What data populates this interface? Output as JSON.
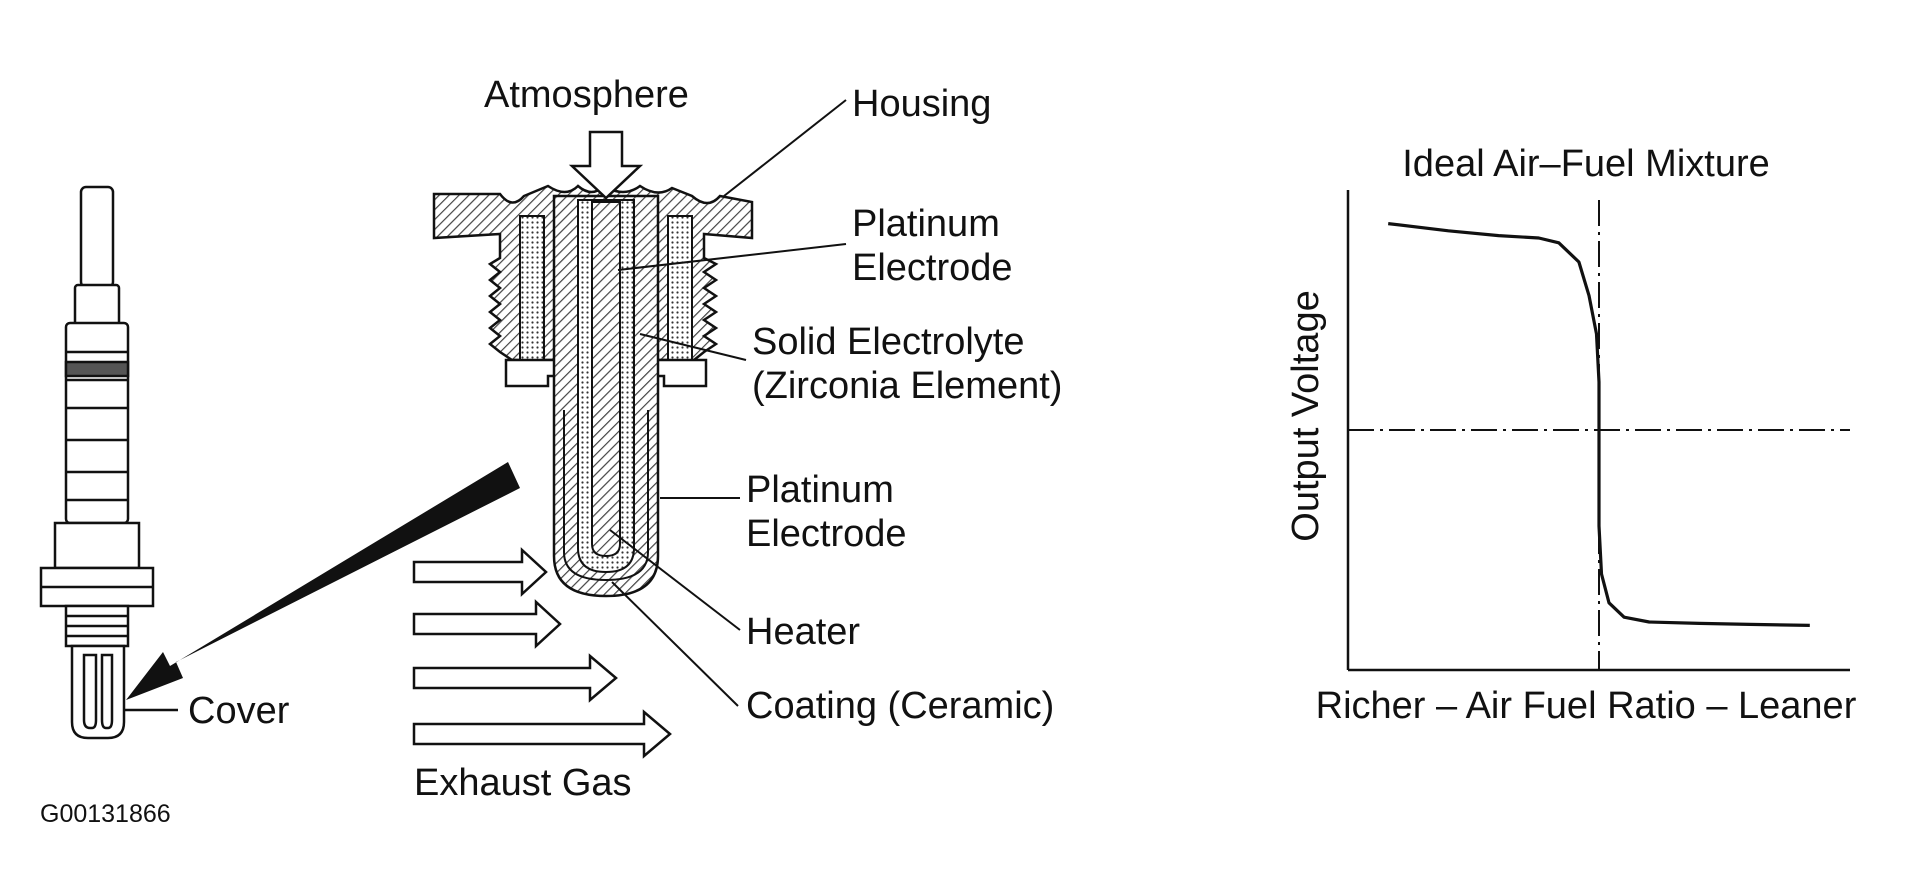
{
  "colors": {
    "ink": "#111111",
    "hatch": "#444444",
    "paper": "#ffffff"
  },
  "sensor_labels": {
    "atmosphere": "Atmosphere",
    "housing": "Housing",
    "platinum_electrode_top_1": "Platinum",
    "platinum_electrode_top_2": "Electrode",
    "solid_electrolyte_1": "Solid Electrolyte",
    "solid_electrolyte_2": "(Zirconia Element)",
    "platinum_electrode_bottom_1": "Platinum",
    "platinum_electrode_bottom_2": "Electrode",
    "heater": "Heater",
    "coating": "Coating (Ceramic)",
    "exhaust_gas": "Exhaust Gas",
    "cover": "Cover"
  },
  "figure_code": "G00131866",
  "chart_data": {
    "type": "line",
    "title": "Ideal Air–Fuel Mixture",
    "ylabel": "Output Voltage",
    "xlabel": "Richer – Air Fuel Ratio – Leaner",
    "grid": false,
    "x_range": [
      0,
      100
    ],
    "y_range": [
      0,
      100
    ],
    "reference_lines": {
      "vertical_x": 50,
      "horizontal_y": 50
    },
    "series": [
      {
        "x": [
          8,
          20,
          30,
          38,
          42,
          46,
          48,
          49.5,
          50,
          50,
          50.5,
          52,
          55,
          60,
          70,
          80,
          92
        ],
        "y": [
          93,
          91.5,
          90.5,
          90,
          89,
          85,
          78,
          70,
          60,
          30,
          20,
          14,
          11,
          10,
          9.7,
          9.5,
          9.3
        ]
      }
    ]
  }
}
